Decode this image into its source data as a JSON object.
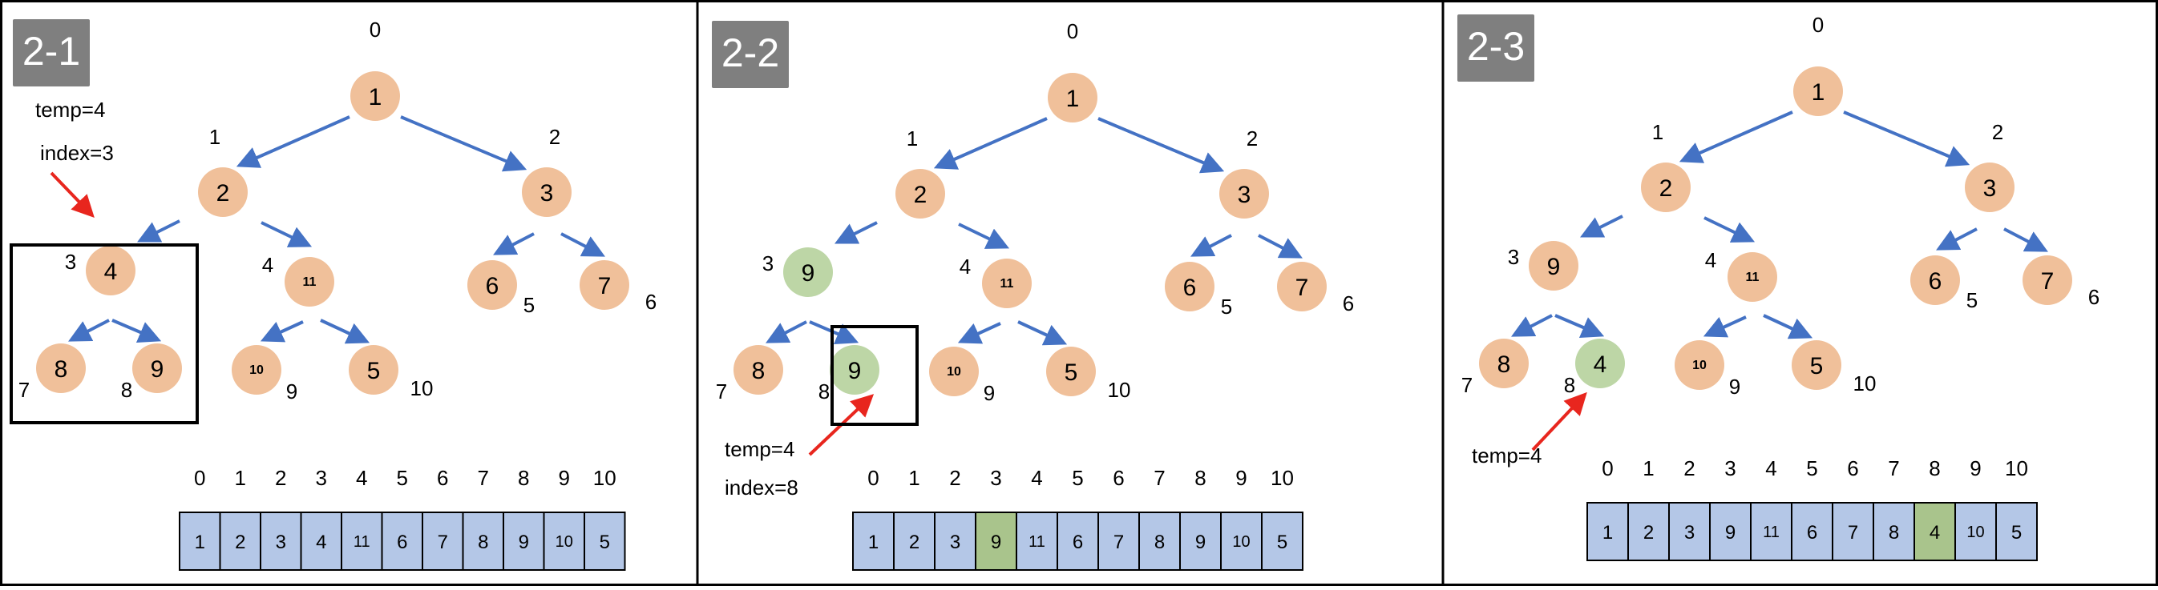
{
  "colors": {
    "node_default": "#F0C09A",
    "node_highlight": "#BDD6A6",
    "edge": "#4472C4",
    "array_cell": "#B4C7E7",
    "array_cell_highlight": "#A9C48C",
    "annotation_arrow": "#E8261E",
    "badge": "#7F7F7F",
    "border": "#000000"
  },
  "panels": [
    {
      "badge": "2-1",
      "annotations": {
        "temp": "temp=4",
        "index": "index=3"
      },
      "nodes": [
        {
          "idx": "0",
          "val": "1",
          "highlight": false
        },
        {
          "idx": "1",
          "val": "2",
          "highlight": false
        },
        {
          "idx": "2",
          "val": "3",
          "highlight": false
        },
        {
          "idx": "3",
          "val": "4",
          "highlight": false
        },
        {
          "idx": "4",
          "val": "11",
          "highlight": false
        },
        {
          "idx": "5",
          "val": "6",
          "highlight": false
        },
        {
          "idx": "6",
          "val": "7",
          "highlight": false
        },
        {
          "idx": "7",
          "val": "8",
          "highlight": false
        },
        {
          "idx": "8",
          "val": "9",
          "highlight": false
        },
        {
          "idx": "9",
          "val": "10",
          "highlight": false
        },
        {
          "idx": "10",
          "val": "5",
          "highlight": false
        }
      ],
      "array": {
        "indices": [
          "0",
          "1",
          "2",
          "3",
          "4",
          "5",
          "6",
          "7",
          "8",
          "9",
          "10"
        ],
        "values": [
          "1",
          "2",
          "3",
          "4",
          "11",
          "6",
          "7",
          "8",
          "9",
          "10",
          "5"
        ],
        "highlight": []
      }
    },
    {
      "badge": "2-2",
      "annotations": {
        "temp": "temp=4",
        "index": "index=8"
      },
      "nodes": [
        {
          "idx": "0",
          "val": "1",
          "highlight": false
        },
        {
          "idx": "1",
          "val": "2",
          "highlight": false
        },
        {
          "idx": "2",
          "val": "3",
          "highlight": false
        },
        {
          "idx": "3",
          "val": "9",
          "highlight": true
        },
        {
          "idx": "4",
          "val": "11",
          "highlight": false
        },
        {
          "idx": "5",
          "val": "6",
          "highlight": false
        },
        {
          "idx": "6",
          "val": "7",
          "highlight": false
        },
        {
          "idx": "7",
          "val": "8",
          "highlight": false
        },
        {
          "idx": "8",
          "val": "9",
          "highlight": true
        },
        {
          "idx": "9",
          "val": "10",
          "highlight": false
        },
        {
          "idx": "10",
          "val": "5",
          "highlight": false
        }
      ],
      "array": {
        "indices": [
          "0",
          "1",
          "2",
          "3",
          "4",
          "5",
          "6",
          "7",
          "8",
          "9",
          "10"
        ],
        "values": [
          "1",
          "2",
          "3",
          "9",
          "11",
          "6",
          "7",
          "8",
          "9",
          "10",
          "5"
        ],
        "highlight": [
          3
        ]
      }
    },
    {
      "badge": "2-3",
      "annotations": {
        "temp": "temp=4",
        "index": ""
      },
      "nodes": [
        {
          "idx": "0",
          "val": "1",
          "highlight": false
        },
        {
          "idx": "1",
          "val": "2",
          "highlight": false
        },
        {
          "idx": "2",
          "val": "3",
          "highlight": false
        },
        {
          "idx": "3",
          "val": "9",
          "highlight": false
        },
        {
          "idx": "4",
          "val": "11",
          "highlight": false
        },
        {
          "idx": "5",
          "val": "6",
          "highlight": false
        },
        {
          "idx": "6",
          "val": "7",
          "highlight": false
        },
        {
          "idx": "7",
          "val": "8",
          "highlight": false
        },
        {
          "idx": "8",
          "val": "4",
          "highlight": true
        },
        {
          "idx": "9",
          "val": "10",
          "highlight": false
        },
        {
          "idx": "10",
          "val": "5",
          "highlight": false
        }
      ],
      "array": {
        "indices": [
          "0",
          "1",
          "2",
          "3",
          "4",
          "5",
          "6",
          "7",
          "8",
          "9",
          "10"
        ],
        "values": [
          "1",
          "2",
          "3",
          "9",
          "11",
          "6",
          "7",
          "8",
          "4",
          "10",
          "5"
        ],
        "highlight": [
          8
        ]
      }
    }
  ]
}
